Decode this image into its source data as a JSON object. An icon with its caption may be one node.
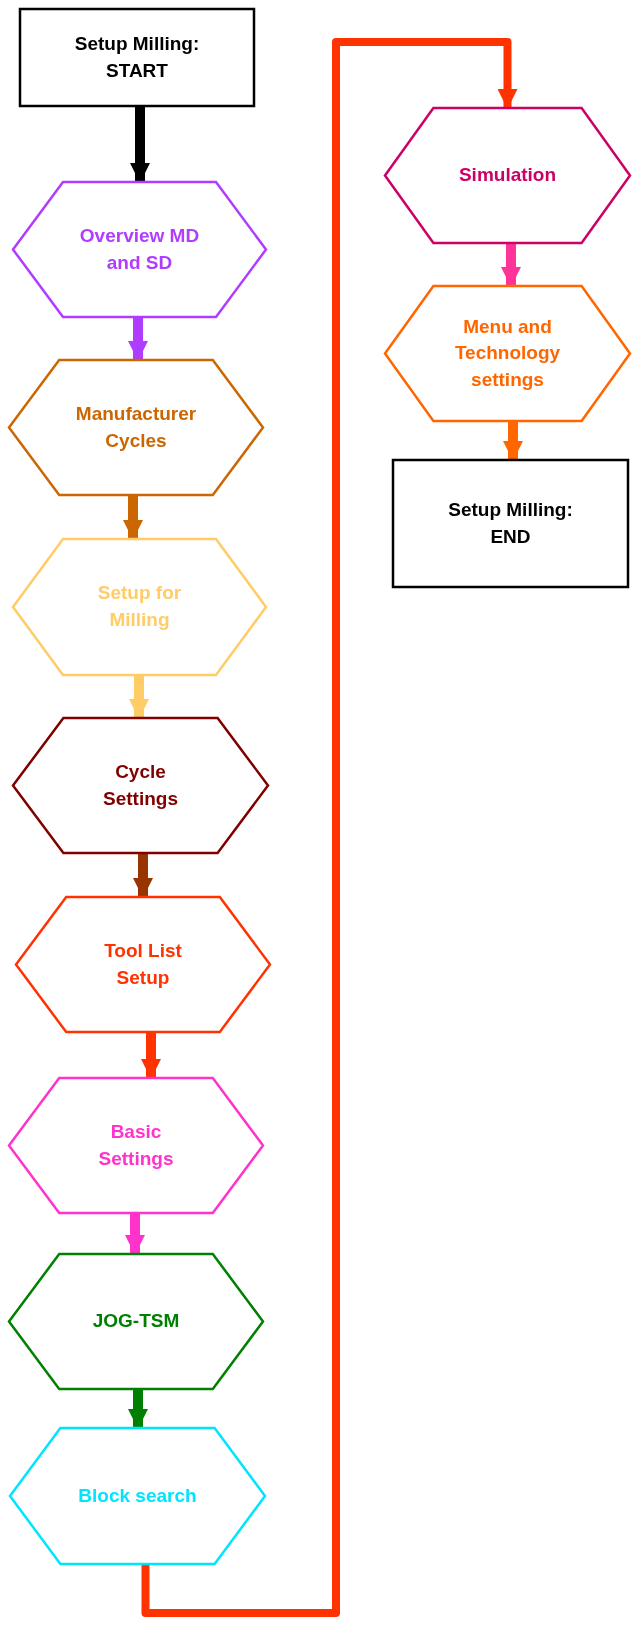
{
  "diagram": {
    "nodes": [
      {
        "text": [
          "Setup Milling: START"
        ]
      },
      {
        "text": [
          "Overview MD and SD"
        ]
      },
      {
        "text": [
          "Manufacturer Cycles"
        ]
      },
      {
        "text": [
          "Setup for Milling"
        ]
      },
      {
        "text": [
          "Cycle Settings"
        ]
      },
      {
        "text": [
          "Tool List Setup"
        ]
      },
      {
        "text": [
          "Basic Settings"
        ]
      },
      {
        "text": [
          "JOG-TSM"
        ]
      },
      {
        "text": [
          "Block search"
        ]
      },
      {
        "text": [
          "Simulation"
        ]
      },
      {
        "text": [
          "Menu and Technology settings"
        ]
      },
      {
        "text": [
          "Setup Milling: END"
        ]
      }
    ],
    "edges": [
      {
        "from": 0,
        "to": 1,
        "arrow": "to",
        "color": "#000000"
      },
      {
        "from": 1,
        "to": 2,
        "arrow": "to",
        "color": "#b03cff"
      },
      {
        "from": 2,
        "to": 3,
        "arrow": "to",
        "color": "#cc6600"
      },
      {
        "from": 3,
        "to": 4,
        "arrow": "to",
        "color": "#ffcc66"
      },
      {
        "from": 4,
        "to": 5,
        "arrow": "to",
        "color": "#993300"
      },
      {
        "from": 5,
        "to": 6,
        "arrow": "to",
        "color": "#ff3300"
      },
      {
        "from": 6,
        "to": 7,
        "arrow": "to",
        "color": "#ff33cc"
      },
      {
        "from": 7,
        "to": 8,
        "arrow": "to",
        "color": "#008000"
      },
      {
        "from": 8,
        "to": 9,
        "arrow": "to",
        "color": "#ff3300"
      },
      {
        "from": 9,
        "to": 10,
        "arrow": "to",
        "color": "#ff3399"
      },
      {
        "from": 10,
        "to": 11,
        "arrow": "to",
        "color": "#ff6600"
      }
    ]
  }
}
